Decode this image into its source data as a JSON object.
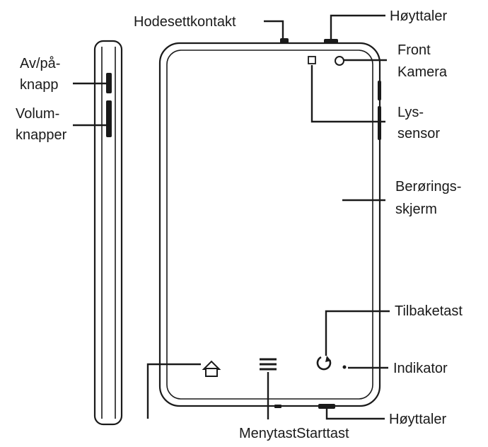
{
  "labels": {
    "headset_jack": "Hodesettkontakt",
    "speaker_top": "Høyttaler",
    "front_camera_1": "Front",
    "front_camera_2": "Kamera",
    "power_1": "Av/på-",
    "power_2": "knapp",
    "volume_1": "Volum-",
    "volume_2": "knapper",
    "light_sensor_1": "Lys-",
    "light_sensor_2": "sensor",
    "touchscreen_1": "Berørings-",
    "touchscreen_2": "skjerm",
    "back_key": "Tilbaketast",
    "indicator": "Indikator",
    "speaker_bottom": "Høyttaler",
    "menu_home_keys": "MenytastStarttast"
  },
  "icons": [
    "home-icon",
    "menu-icon",
    "back-icon",
    "indicator-light"
  ]
}
